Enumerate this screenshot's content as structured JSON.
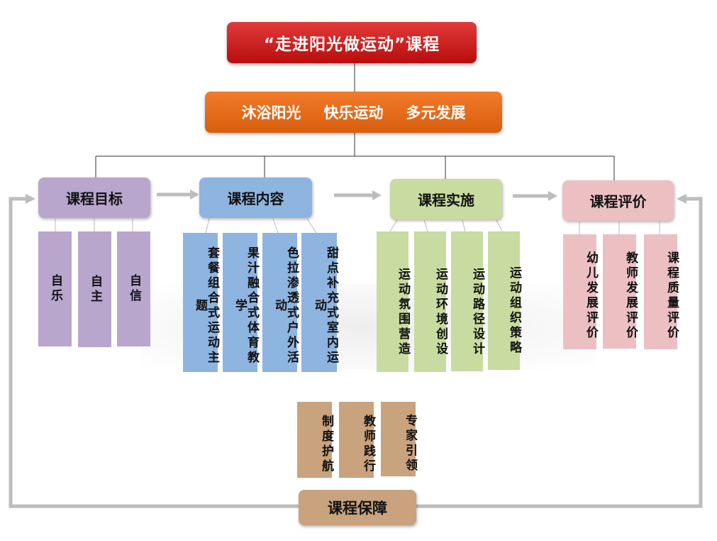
{
  "title": "“走进阳光做运动”课程",
  "subtitle": [
    "沐浴阳光",
    "快乐运动",
    "多元发展"
  ],
  "colors": {
    "title_red": "#c8181a",
    "subtitle_orange": "#e56c1a",
    "goal_purple": "#b9a6cd",
    "content_blue": "#8eb4e0",
    "implement_green": "#c8dba0",
    "evaluate_pink": "#ecc0c3",
    "guarantee_brown": "#c9a27e",
    "arrow_gray": "#bdbdbd"
  },
  "categories": {
    "goal": {
      "label": "课程目标",
      "items": [
        "自乐",
        "自主",
        "自信"
      ]
    },
    "content": {
      "label": "课程内容",
      "items": [
        "套餐组合式运动主题",
        "果汁融合式体育教学",
        "色拉渗透式户外活动",
        "甜点补充式室内运动"
      ]
    },
    "implement": {
      "label": "课程实施",
      "items": [
        "运动氛围营造",
        "运动环境创设",
        "运动路径设计",
        "运动组织策略"
      ]
    },
    "evaluate": {
      "label": "课程评价",
      "items": [
        "幼儿发展评价",
        "教师发展评价",
        "课程质量评价"
      ]
    },
    "guarantee": {
      "label": "课程保障",
      "items": [
        "制度护航",
        "教师践行",
        "专家引领"
      ]
    }
  }
}
